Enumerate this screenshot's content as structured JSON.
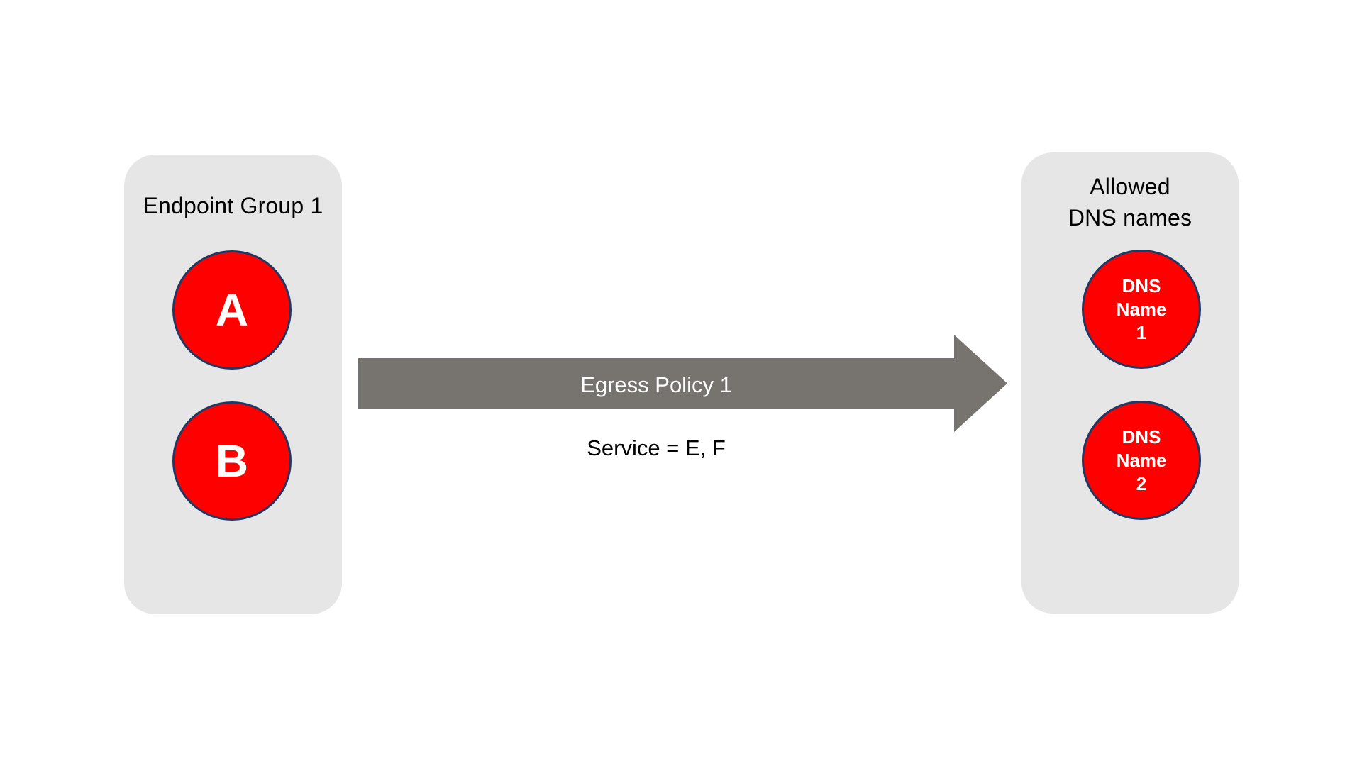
{
  "diagram": {
    "title": "Egress Policy 1 diagram",
    "background_color": "#FFFFFF",
    "panel_color": "#E6E6E6",
    "node_fill_color": "#FF0000",
    "node_border_color": "#1F3864",
    "arrow_color": "#77736F",
    "arrow_label_color": "#FFFFFF",
    "text_color": "#000000"
  },
  "source_group": {
    "title": "Endpoint Group 1",
    "nodes": [
      {
        "label": "A"
      },
      {
        "label": "B"
      }
    ]
  },
  "policy": {
    "arrow_label": "Egress Policy 1",
    "service_label": "Service = E, F",
    "direction": "left-to-right"
  },
  "destination_group": {
    "title": "Allowed\nDNS names",
    "nodes": [
      {
        "label": "DNS\nName\n1"
      },
      {
        "label": "DNS\nName\n2"
      }
    ]
  }
}
